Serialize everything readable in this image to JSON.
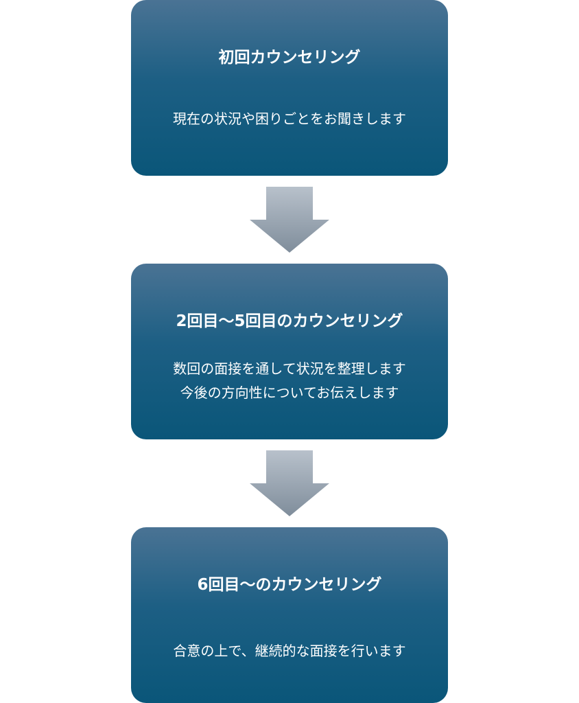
{
  "steps": [
    {
      "title": "初回カウンセリング",
      "lines": [
        "現在の状況や困りごとをお聞きします"
      ]
    },
    {
      "title": "2回目～5回目のカウンセリング",
      "lines": [
        "数回の面接を通して状況を整理します",
        "今後の方向性についてお伝えします"
      ]
    },
    {
      "title": "6回目～のカウンセリング",
      "lines": [
        "合意の上で、継続的な面接を行います"
      ]
    }
  ],
  "colors": {
    "box_top": "#4a7394",
    "box_bottom": "#0a5679",
    "arrow_top": "#b8c1cb",
    "arrow_bottom": "#7f8d9b",
    "text": "#ffffff"
  },
  "arrows": [
    "down-arrow-icon",
    "down-arrow-icon"
  ]
}
